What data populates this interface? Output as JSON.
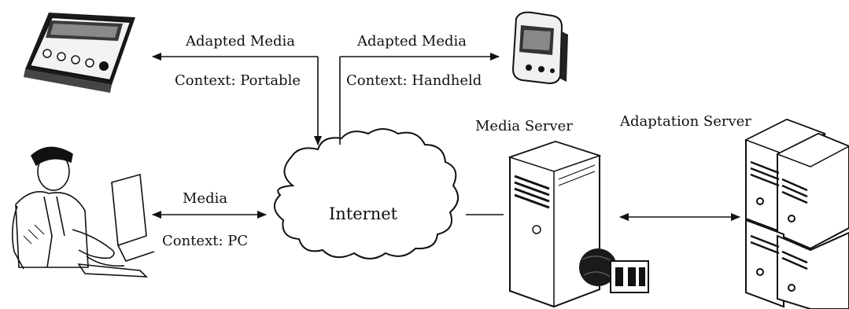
{
  "labels": {
    "adapted_media_portable": "Adapted Media",
    "context_portable": "Context: Portable",
    "adapted_media_handheld": "Adapted Media",
    "context_handheld": "Context: Handheld",
    "media_pc": "Media",
    "context_pc": "Context: PC",
    "internet": "Internet",
    "media_server": "Media Server",
    "adaptation_server": "Adaptation Server"
  }
}
